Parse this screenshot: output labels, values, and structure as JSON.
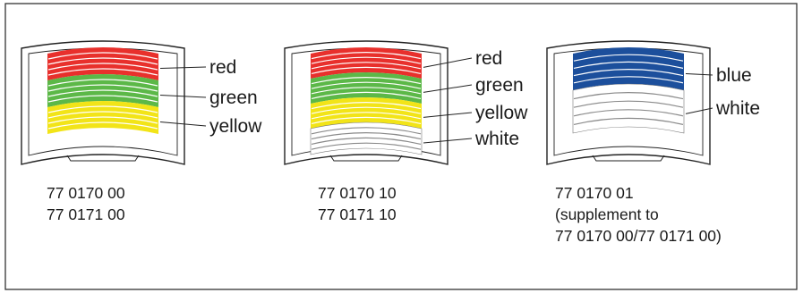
{
  "colors": {
    "red": "#e8302c",
    "green": "#5cb848",
    "yellow": "#f2e418",
    "white": "#ffffff",
    "blue": "#1c4f9c",
    "stripe": "#ffffff",
    "white_stripe": "#8a8a8a",
    "outline": "#222222"
  },
  "kits": [
    {
      "bands": [
        {
          "color": "red",
          "label": "red"
        },
        {
          "color": "green",
          "label": "green"
        },
        {
          "color": "yellow",
          "label": "yellow"
        }
      ],
      "codes": [
        "77 0170 00",
        "77 0171 00"
      ]
    },
    {
      "bands": [
        {
          "color": "red",
          "label": "red"
        },
        {
          "color": "green",
          "label": "green"
        },
        {
          "color": "yellow",
          "label": "yellow"
        },
        {
          "color": "white",
          "label": "white"
        }
      ],
      "codes": [
        "77 0170 10",
        "77 0171 10"
      ]
    },
    {
      "bands": [
        {
          "color": "blue",
          "label": "blue"
        },
        {
          "color": "white",
          "label": "white"
        }
      ],
      "codes": [
        "77 0170 01",
        "(supplement to",
        "77 0170 00/77 0171 00)"
      ]
    }
  ]
}
